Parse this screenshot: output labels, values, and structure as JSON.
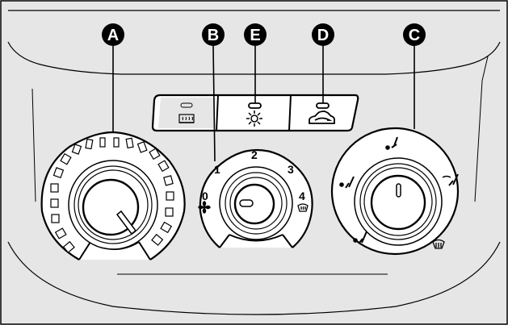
{
  "callouts": {
    "a": "A",
    "b": "B",
    "c": "C",
    "d": "D",
    "e": "E"
  },
  "fan_dial": {
    "positions": [
      "0",
      "1",
      "2",
      "3",
      "4"
    ]
  },
  "colors": {
    "panel_fill": "#e6e6e6",
    "line": "#000000",
    "callout_fill": "#000000"
  },
  "icons": {
    "rear_defrost": "rear-window-defrost-icon",
    "ac": "snowflake-ac-icon",
    "recirculation": "air-recirculation-icon",
    "fan": "fan-icon",
    "windscreen": "windscreen-demist-icon",
    "vent_face": "vent-face-icon",
    "vent_face_feet": "vent-face-feet-icon",
    "vent_feet": "vent-feet-icon",
    "vent_feet_windscreen": "vent-feet-windscreen-icon"
  }
}
